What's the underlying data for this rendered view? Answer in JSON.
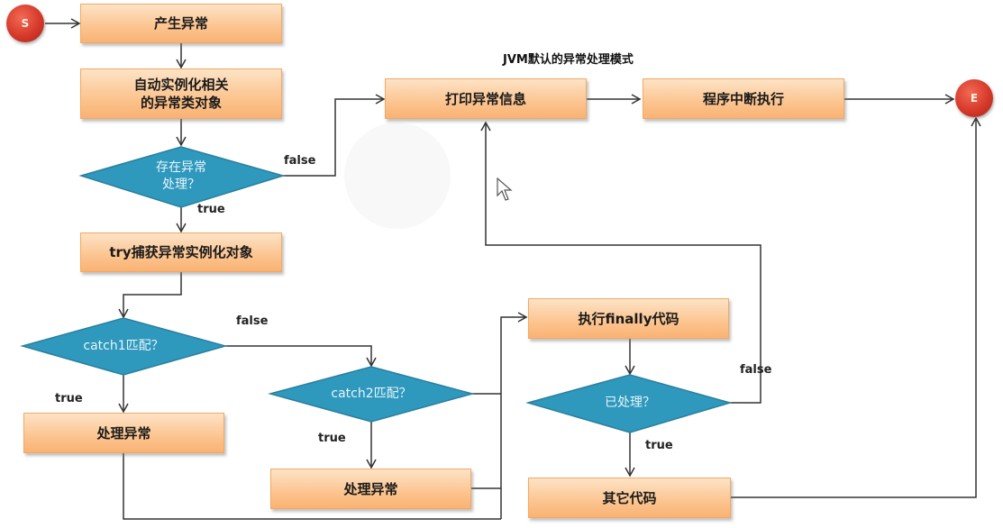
{
  "title": "JVM默认的异常处理模式",
  "terminals": {
    "start": "S",
    "end": "E"
  },
  "nodes": {
    "generate": "产生异常",
    "instantiate_line1": "自动实例化相关",
    "instantiate_line2": "的异常类对象",
    "has_handler_line1": "存在异常",
    "has_handler_line2": "处理？",
    "try_catch": "try捕获异常实例化对象",
    "catch1": "catch1匹配？",
    "handle1": "处理异常",
    "catch2": "catch2匹配？",
    "handle2": "处理异常",
    "print": "打印异常信息",
    "abort": "程序中断执行",
    "finally": "执行finally代码",
    "handled": "已处理？",
    "other": "其它代码"
  },
  "edge_labels": {
    "has_handler_false": "false",
    "has_handler_true": "true",
    "catch1_false": "false",
    "catch1_true": "true",
    "catch2_true": "true",
    "handled_false": "false",
    "handled_true": "true"
  },
  "colors": {
    "box_fill": "#fcc48f",
    "box_border": "#f3a964",
    "diamond_fill": "#2f98bd",
    "diamond_border": "#2a7f9e",
    "terminal_fill": "#d6392a",
    "line": "#333333"
  }
}
